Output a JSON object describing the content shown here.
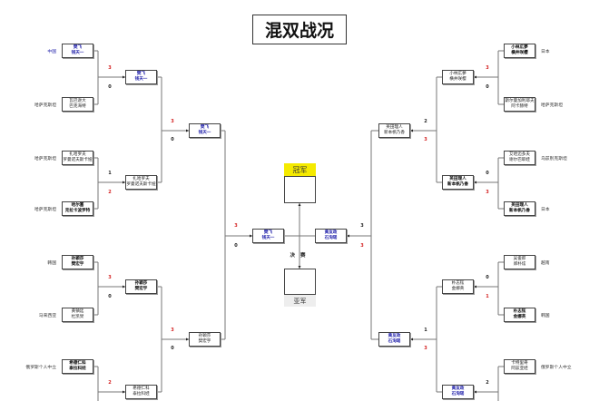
{
  "title": "混双战况",
  "center": {
    "champion_label": "冠军",
    "runner_up_label": "亚军",
    "final_label": "决赛"
  },
  "left": {
    "r1": [
      {
        "p1": "樊飞",
        "p2": "钱天一",
        "country": "中国",
        "style": "blue"
      },
      {
        "p1": "瓦巴逊大",
        "p2": "巴克海特",
        "country": "哈萨克斯坦",
        "style": ""
      },
      {
        "p1": "扎哈罗夫",
        "p2": "罗曼诺夫斯卡娅",
        "country": "哈萨克斯坦",
        "style": ""
      },
      {
        "p1": "哈尔塞",
        "p2": "克拉卡波罗特",
        "country": "哈萨克斯坦",
        "style": "bold"
      },
      {
        "p1": "孙颖莎",
        "p2": "樊宏宇",
        "country": "韩国",
        "style": "bold"
      },
      {
        "p1": "黄镇廷",
        "p2": "杜凯琹",
        "country": "马来西亚",
        "style": ""
      },
      {
        "p1": "希德仁科",
        "p2": "泰拉科娃",
        "country": "俄罗斯个人中立",
        "style": "bold"
      }
    ],
    "r1_scores": [
      [
        "3",
        "0"
      ],
      [
        "1",
        "2"
      ],
      [
        "3",
        "0"
      ],
      [
        "2",
        ""
      ]
    ],
    "r1_winner": [
      0,
      1,
      0,
      0
    ],
    "r2": [
      {
        "p1": "樊飞",
        "p2": "钱天一",
        "style": "blue"
      },
      {
        "p1": "扎哈罗夫",
        "p2": "罗曼诺夫斯卡娅",
        "style": ""
      },
      {
        "p1": "孙颖莎",
        "p2": "樊宏宇",
        "style": "bold"
      },
      {
        "p1": "希德仁科",
        "p2": "泰拉科娃",
        "style": ""
      }
    ],
    "r2_scores": [
      [
        "3",
        "0"
      ],
      [
        "3",
        "0"
      ]
    ],
    "r3": [
      {
        "p1": "樊飞",
        "p2": "钱天一",
        "style": "blue"
      },
      {
        "p1": "孙颖莎",
        "p2": "樊宏宇",
        "style": ""
      }
    ],
    "r3_scores": [
      "3",
      "0"
    ],
    "final": {
      "p1": "樊飞",
      "p2": "钱天一",
      "style": "blue"
    }
  },
  "right": {
    "r1": [
      {
        "p1": "小林広夢",
        "p2": "横井咲樱",
        "country": "日本",
        "style": "bold"
      },
      {
        "p1": "斯尔曼加利耶夫",
        "p2": "阿卡赫特",
        "country": "哈萨克斯坦",
        "style": ""
      },
      {
        "p1": "艾哈迈多夫",
        "p2": "谢尔巴耶娃",
        "country": "乌兹别克斯坦",
        "style": ""
      },
      {
        "p1": "英田理人",
        "p2": "新本帆乃香",
        "country": "日本",
        "style": "bold"
      },
      {
        "p1": "吴俊郎",
        "p2": "郑朴炫",
        "country": "越南",
        "style": ""
      },
      {
        "p1": "朴志铉",
        "p2": "金娜英",
        "country": "韩国",
        "style": "bold"
      },
      {
        "p1": "卡特里奇",
        "p2": "阿兹亚娃",
        "country": "俄罗斯个人中立",
        "style": ""
      }
    ],
    "r1_scores": [
      [
        "3",
        "0"
      ],
      [
        "0",
        "3"
      ],
      [
        "0",
        "1"
      ],
      [
        "2",
        ""
      ]
    ],
    "r1_winner": [
      0,
      1,
      1,
      -1
    ],
    "r2": [
      {
        "p1": "小林広夢",
        "p2": "横井咲樱",
        "style": ""
      },
      {
        "p1": "英田理人",
        "p2": "新本帆乃香",
        "style": "bold"
      },
      {
        "p1": "朴志铉",
        "p2": "金娜英",
        "style": ""
      },
      {
        "p1": "黄友政",
        "p2": "石洵瑶",
        "style": "blue"
      }
    ],
    "r2_scores": [
      [
        "2",
        "3"
      ],
      [
        "1",
        "3"
      ]
    ],
    "r3": [
      {
        "p1": "英田理人",
        "p2": "新本帆乃香",
        "style": ""
      },
      {
        "p1": "黄友政",
        "p2": "石洵瑶",
        "style": "blue"
      }
    ],
    "r3_scores": [
      "3",
      "3"
    ],
    "final": {
      "p1": "黄友政",
      "p2": "石洵瑶",
      "style": "blue"
    }
  }
}
